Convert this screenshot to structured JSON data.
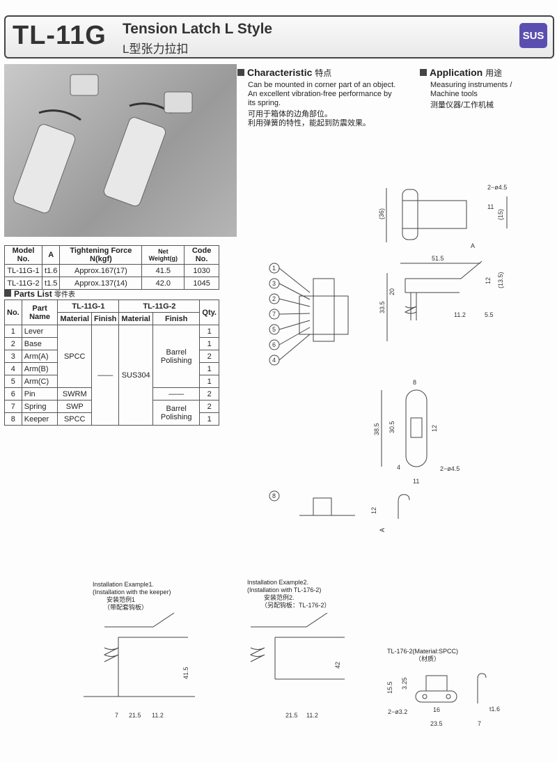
{
  "header": {
    "model": "TL-11G",
    "title": "Tension Latch L Style",
    "title_cn": "L型张力拉扣",
    "badge": "SUS"
  },
  "characteristic": {
    "heading": "Characteristic",
    "heading_cn": "特点",
    "lines": [
      "Can be mounted in corner part of an object.",
      "An excellent vibration-free performance by",
      "its spring."
    ],
    "cn_lines": [
      "可用于箱体的边角部位。",
      "利用弹簧的特性，能起到防震效果。"
    ]
  },
  "application": {
    "heading": "Application",
    "heading_cn": "用途",
    "lines": [
      "Measuring instruments /",
      "Machine tools"
    ],
    "cn": "测量仪器/工作机械"
  },
  "spec_table": {
    "headers": [
      "Model No.",
      "A",
      "Tightening Force N(kgf)",
      "Net Weight(g)",
      "Code No."
    ],
    "rows": [
      [
        "TL-11G-1",
        "t1.6",
        "Approx.167(17)",
        "41.5",
        "1030"
      ],
      [
        "TL-11G-2",
        "t1.5",
        "Approx.137(14)",
        "42.0",
        "1045"
      ]
    ]
  },
  "parts_list": {
    "heading": "Parts List",
    "heading_cn": "零件表",
    "h_no": "No.",
    "h_name": "Part Name",
    "h_m1": "TL-11G-1",
    "h_m2": "TL-11G-2",
    "h_qty": "Qty.",
    "h_material": "Material",
    "h_finish": "Finish",
    "rows": [
      {
        "no": "1",
        "name": "Lever",
        "qty": "1"
      },
      {
        "no": "2",
        "name": "Base",
        "qty": "1"
      },
      {
        "no": "3",
        "name": "Arm(A)",
        "qty": "2"
      },
      {
        "no": "4",
        "name": "Arm(B)",
        "qty": "1"
      },
      {
        "no": "5",
        "name": "Arm(C)",
        "qty": "1"
      },
      {
        "no": "6",
        "name": "Pin",
        "qty": "2"
      },
      {
        "no": "7",
        "name": "Spring",
        "qty": "2"
      },
      {
        "no": "8",
        "name": "Keeper",
        "qty": "1"
      }
    ],
    "m1_spcc": "SPCC",
    "m1_swrm": "SWRM",
    "m1_swp": "SWP",
    "m1_spcc2": "SPCC",
    "f1_dash": "——",
    "m2_sus": "SUS304",
    "f2_barrel": "Barrel Polishing",
    "f2_dash": "——",
    "f2_barrel2": "Barrel Polishing"
  },
  "drawing": {
    "callouts": [
      "1",
      "3",
      "2",
      "7",
      "5",
      "6",
      "4",
      "8"
    ],
    "dims": {
      "d36": "(36)",
      "hole": "2−ø4.5",
      "d11": "11",
      "d15": "(15)",
      "d515": "51.5",
      "A": "A",
      "d12": "12",
      "d135": "(13.5)",
      "d20": "20",
      "d335": "33.5",
      "d112": "11.2",
      "d55": "5.5",
      "d8": "8",
      "d385": "38.5",
      "d305": "30.5",
      "d12b": "12",
      "d4": "4",
      "hole2": "2−ø4.5",
      "d11b": "11",
      "d12c": "12",
      "A2": "A"
    }
  },
  "install1": {
    "lines": [
      "Installation Example1.",
      "(Installation with the keeper)",
      "安装范例1",
      "（带配套钩板）"
    ],
    "dims": [
      "41.5",
      "7",
      "21.5",
      "11.2"
    ]
  },
  "install2": {
    "lines": [
      "Installation Example2.",
      "(Installation with TL-176-2)",
      "安装范例2.",
      "（另配钩板：TL-176-2）"
    ],
    "dims": [
      "42",
      "21.5",
      "11.2"
    ]
  },
  "tl176": {
    "lines": [
      "TL-176-2(Material:SPCC)",
      "（材质）"
    ],
    "dims": [
      "15.5",
      "3.25",
      "2−ø3.2",
      "16",
      "23.5",
      "t1.6",
      "7"
    ]
  }
}
